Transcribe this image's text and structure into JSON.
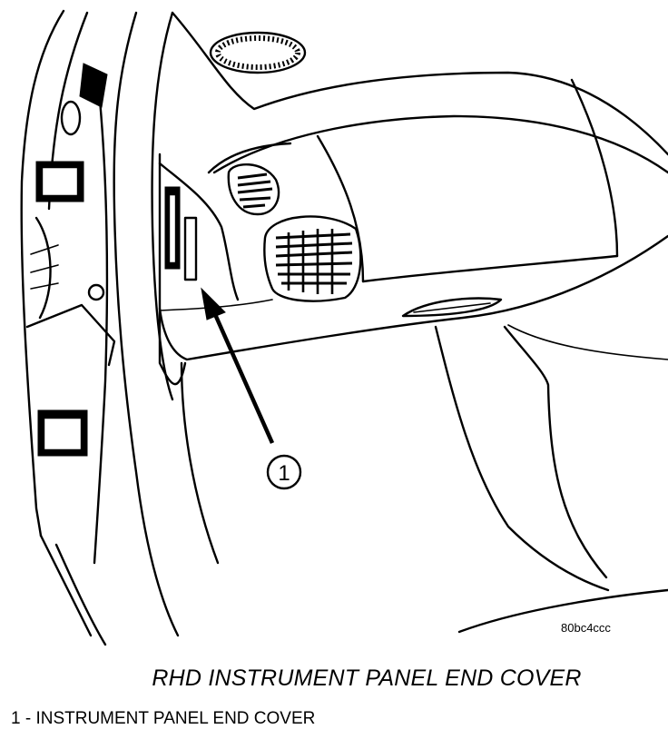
{
  "callout": {
    "number": "1"
  },
  "reference_code": "80bc4ccc",
  "caption": "RHD INSTRUMENT PANEL END COVER",
  "legend": [
    {
      "text": "1 - INSTRUMENT PANEL END COVER"
    }
  ]
}
